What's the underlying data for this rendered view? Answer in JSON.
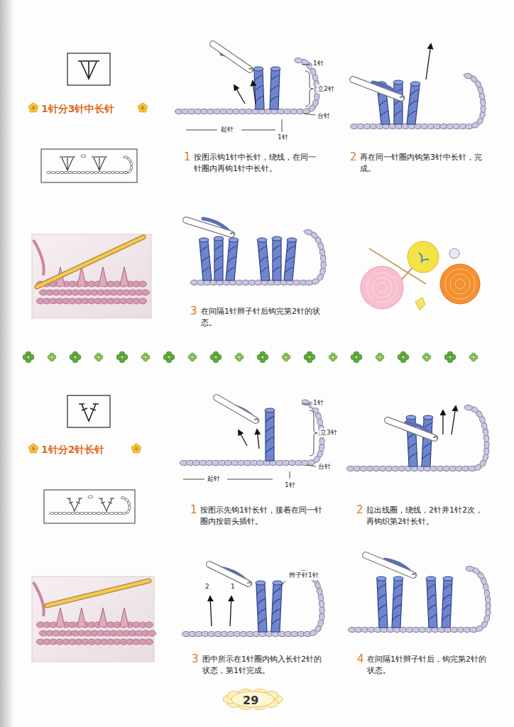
{
  "diagram": {
    "labels": [
      "1针分3针中长针",
      "1针",
      "立2针",
      "台针",
      "起针",
      "1针",
      "1",
      "按图示钩1针中长针，绕线，在同一针圈内再钩1针中长针。",
      "2",
      "再在同一针圈内钩第3针中长针，完成。",
      "3",
      "在间隔1针辫子针后钩完第2针的状态。",
      "1针分2针长针",
      "1针",
      "立3针",
      "台针",
      "起针",
      "1针",
      "1",
      "按图示先钩1针长针，接着在同一针圈内按箭头插针。",
      "2",
      "拉出线圈，绕线，2针并1针2次，再钩织第2针长针。",
      "辫子针1针",
      "2",
      "1",
      "3",
      "图中所示在1针圈内钩入长针2针的状态，第1针完成。",
      "4",
      "在间隔1针辫子针后，钩完第2针的状态。",
      "29"
    ]
  }
}
